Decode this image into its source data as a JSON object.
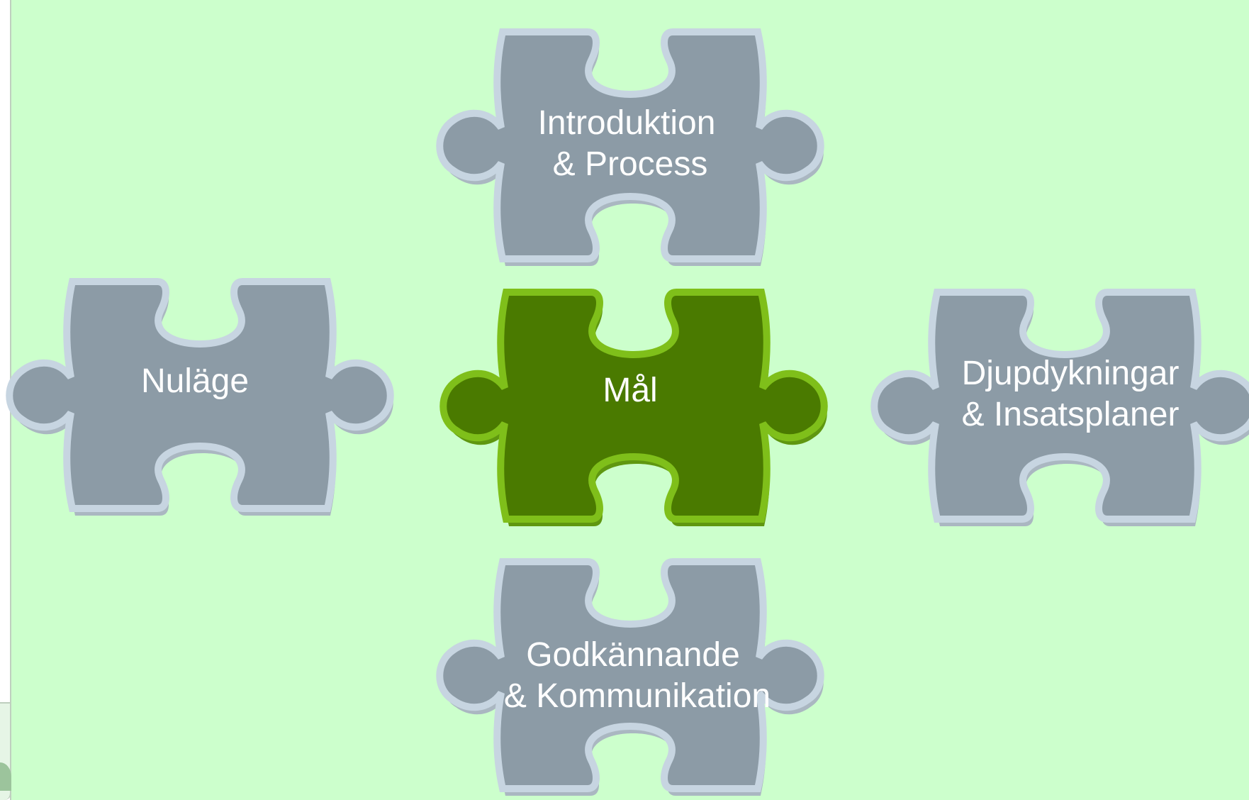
{
  "colors": {
    "background": "#ccffcc",
    "piece_gray": "#8c9ba6",
    "piece_gray_edge": "#c7d5e1",
    "piece_green": "#4a7a00",
    "piece_green_edge": "#7fbf1a",
    "label": "#ffffff"
  },
  "pieces": {
    "introduktion": {
      "line1": "Introduktion",
      "line2": "& Process"
    },
    "nulage": {
      "line1": "Nuläge"
    },
    "mal": {
      "line1": "Mål"
    },
    "djupdykningar": {
      "line1": "Djupdykningar",
      "line2": "& Insatsplaner"
    },
    "godkannande": {
      "line1": "Godkännande",
      "line2": "& Kommunikation"
    }
  }
}
